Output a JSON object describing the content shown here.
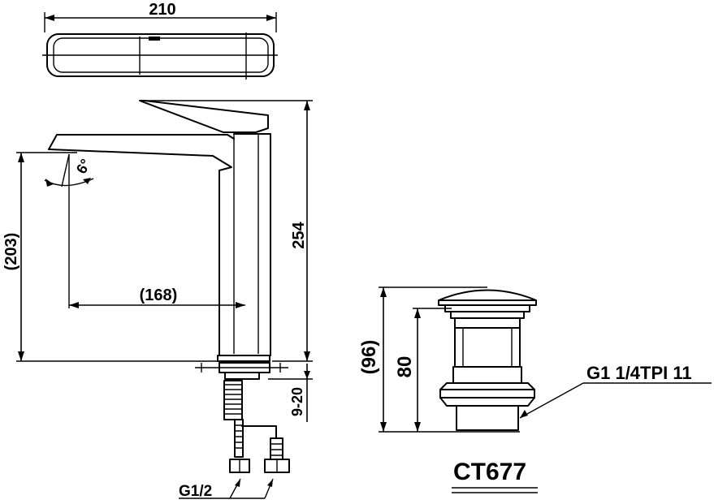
{
  "dimensions": {
    "top_width": "210",
    "height": "254",
    "spout_height": "(203)",
    "spout_reach": "(168)",
    "angle": "6°",
    "deck_thickness": "9-20"
  },
  "connection_label": "G1/2",
  "waste": {
    "overall_height": "(96)",
    "body_height": "80",
    "thread_label": "G1 1/4TPI 11",
    "model": "CT677"
  }
}
